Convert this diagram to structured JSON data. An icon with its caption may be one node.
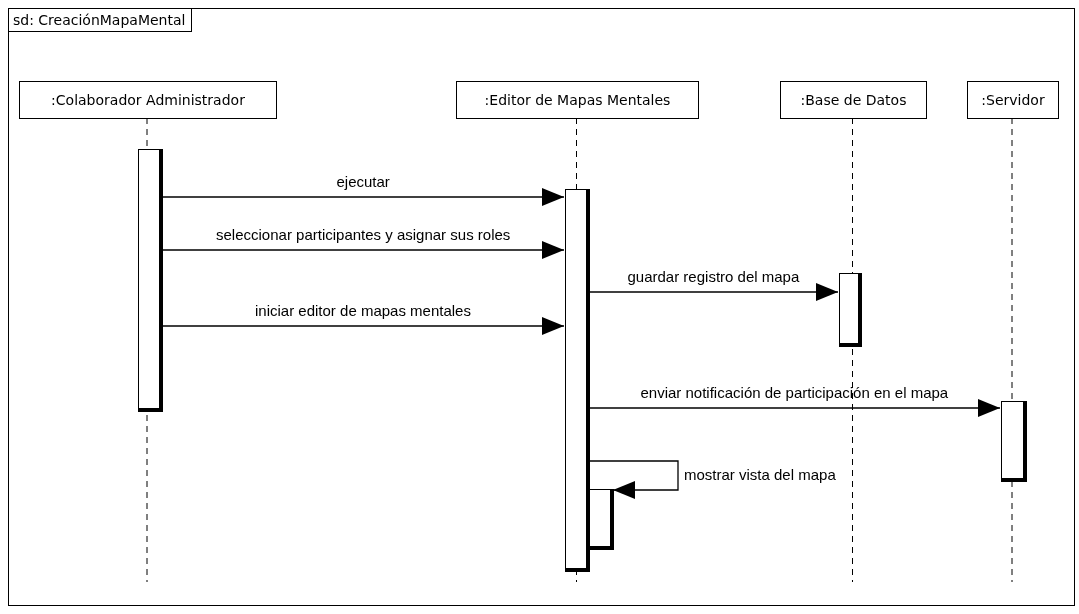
{
  "diagram": {
    "nodes": [
      {
        "text": [
          "sd: CreaciónMapaMental"
        ]
      },
      {
        "text": [
          ":Colaborador Administrador"
        ],
        "in": 0
      },
      {
        "text": [
          ":Editor de Mapas Mentales"
        ],
        "in": 0
      },
      {
        "text": [
          ":Base de Datos"
        ],
        "in": 0
      },
      {
        "text": [
          ":Servidor"
        ],
        "in": 0
      },
      {
        "text": [],
        "shape": "bar",
        "in": 0
      },
      {
        "text": [],
        "shape": "bar",
        "in": 0
      },
      {
        "text": [],
        "shape": "bar",
        "in": 0
      },
      {
        "text": [],
        "shape": "bar",
        "in": 0
      },
      {
        "text": [],
        "shape": "bar",
        "in": 0
      }
    ],
    "edges": [
      {
        "from": 5,
        "to": 6,
        "arrow": "to",
        "label": "ejecutar"
      },
      {
        "from": 5,
        "to": 6,
        "arrow": "to",
        "label": "seleccionar participantes y asignar sus roles"
      },
      {
        "from": 6,
        "to": 7,
        "arrow": "to",
        "label": "guardar registro del mapa"
      },
      {
        "from": 5,
        "to": 6,
        "arrow": "to",
        "label": "iniciar editor de mapas mentales"
      },
      {
        "from": 6,
        "to": 8,
        "arrow": "to",
        "label": "enviar notificación de participación en el mapa"
      },
      {
        "from": 6,
        "to": 9,
        "arrow": "to",
        "label": "mostrar vista del mapa"
      }
    ]
  }
}
